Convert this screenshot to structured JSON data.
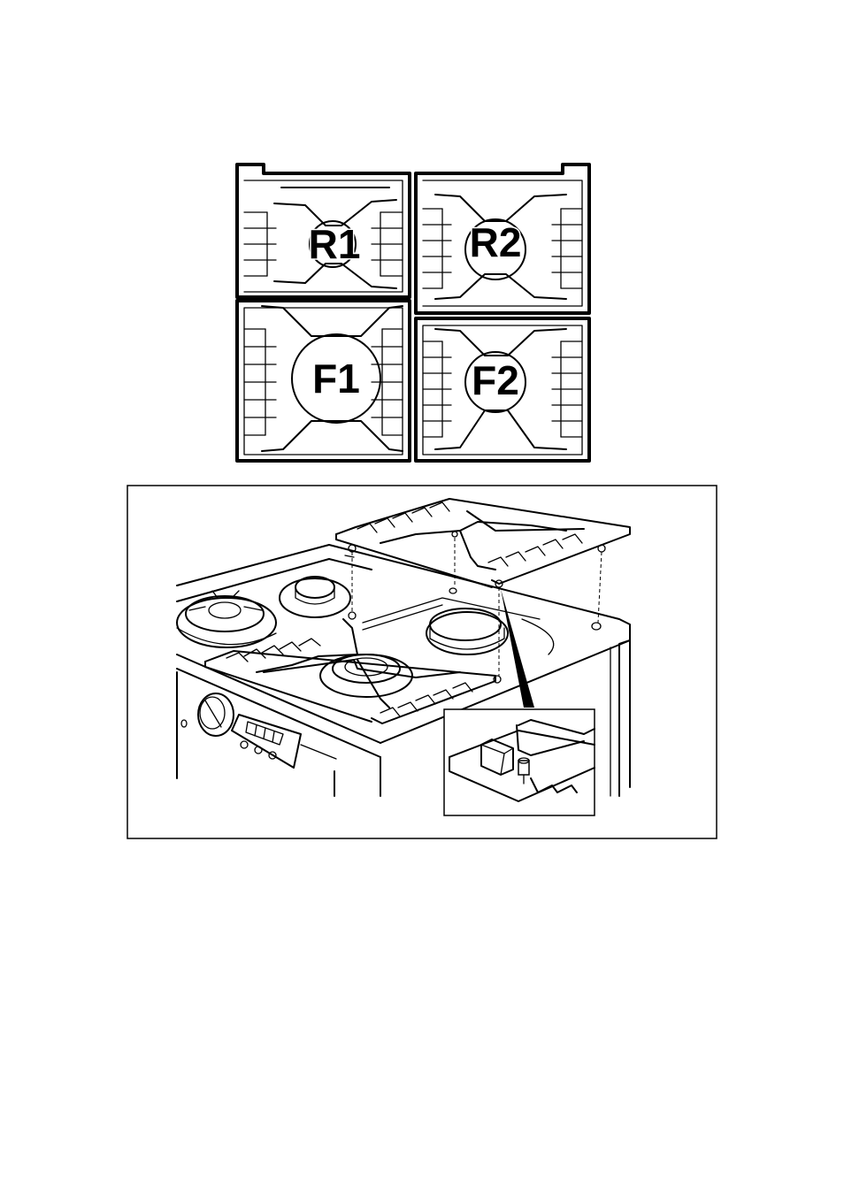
{
  "grid_labels": {
    "rear_left": "R1",
    "rear_right": "R2",
    "front_left": "F1",
    "front_right": "F2"
  },
  "icons": {
    "grid_layout": "pan-support-grid-icon",
    "cooker_illustration": "cooker-hob-illustration",
    "detail_inset": "pan-support-foot-detail"
  }
}
